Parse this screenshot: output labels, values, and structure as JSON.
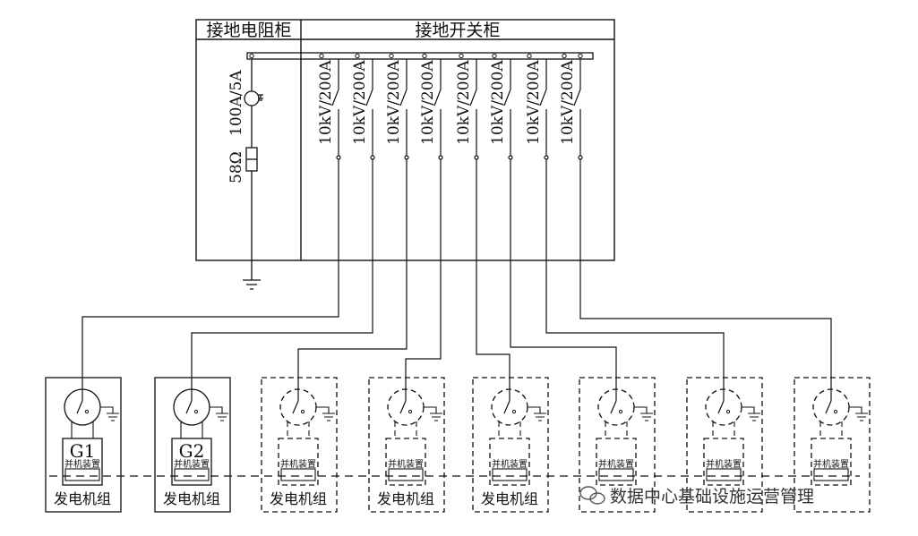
{
  "panels": {
    "resistor_cabinet_title": "接地电阻柜",
    "switch_cabinet_title": "接地开关柜"
  },
  "resistor": {
    "ct_rating": "100A/5A",
    "resistance": "58Ω"
  },
  "breakers": [
    {
      "rating": "10kV/200A"
    },
    {
      "rating": "10kV/200A"
    },
    {
      "rating": "10kV/200A"
    },
    {
      "rating": "10kV/200A"
    },
    {
      "rating": "10kV/200A"
    },
    {
      "rating": "10kV/200A"
    },
    {
      "rating": "10kV/200A"
    },
    {
      "rating": "10kV/200A"
    }
  ],
  "generators": [
    {
      "name": "G1",
      "device": "并机装置",
      "label": "发电机组",
      "style": "solid"
    },
    {
      "name": "G2",
      "device": "并机装置",
      "label": "发电机组",
      "style": "solid"
    },
    {
      "name": "",
      "device": "并机装置",
      "label": "发电机组",
      "style": "dashed"
    },
    {
      "name": "",
      "device": "并机装置",
      "label": "发电机组",
      "style": "dashed"
    },
    {
      "name": "",
      "device": "并机装置",
      "label": "发电机组",
      "style": "dashed"
    },
    {
      "name": "",
      "device": "并机装置",
      "label": "",
      "style": "dashed"
    },
    {
      "name": "",
      "device": "并机装置",
      "label": "",
      "style": "dashed"
    },
    {
      "name": "",
      "device": "并机装置",
      "label": "",
      "style": "dashed"
    }
  ],
  "watermark": {
    "icon": "wechat-icon",
    "text": "数据中心基础设施运营管理"
  },
  "colors": {
    "line": "#111111"
  }
}
